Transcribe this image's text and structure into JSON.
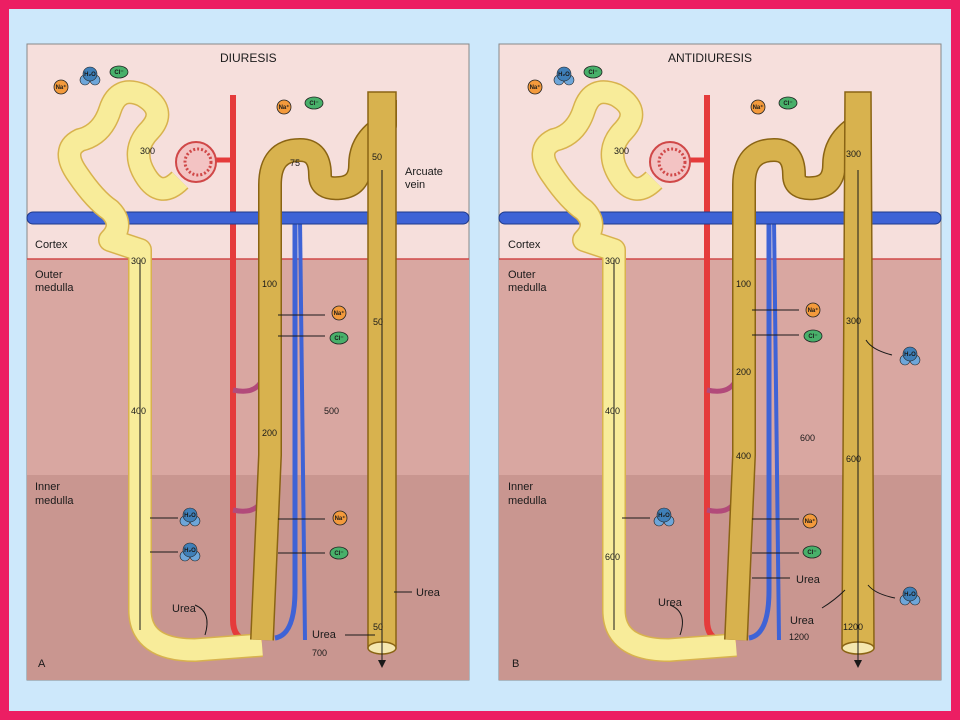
{
  "panel_a": {
    "title": "DIURESIS",
    "letter": "A",
    "label_arcuate": "Arcuate",
    "label_vein": "vein",
    "label_urea_1": "Urea",
    "label_urea_2": "Urea",
    "label_urea_3": "Urea",
    "values": {
      "v300_top": "300",
      "v75": "75",
      "v50_top": "50",
      "v300_cortex": "300",
      "v100": "100",
      "v50_mid": "50",
      "v400": "400",
      "v500": "500",
      "v200": "200",
      "v50_bottom": "50",
      "v700": "700"
    }
  },
  "panel_b": {
    "title": "ANTIDIURESIS",
    "letter": "B",
    "label_urea_1": "Urea",
    "label_urea_2": "Urea",
    "label_urea_3": "Urea",
    "values": {
      "v300_top": "300",
      "v300_dct": "300",
      "v300_cortex": "300",
      "v100": "100",
      "v300_cd": "300",
      "v200": "200",
      "v400_loop": "400",
      "v600_inter": "600",
      "v400_asc": "400",
      "v600_cd": "600",
      "v600_loop": "600",
      "v1200_cd": "1200",
      "v1200_inter": "1200"
    }
  },
  "regions": {
    "cortex": "Cortex",
    "outer_1": "Outer",
    "outer_2": "medulla",
    "inner_1": "Inner",
    "inner_2": "medulla"
  },
  "ions": {
    "na": "Na⁺",
    "cl": "Cl⁻",
    "water": "H₂O"
  },
  "colors": {
    "border": "#ec1e63",
    "background": "#cde8fb",
    "cortex": "#f6dfdc",
    "outer_medulla": "#d9a7a1",
    "inner_medulla": "#c99690",
    "tubule_light": "#f8ec9a",
    "tubule_dark": "#d8b24e",
    "artery": "#e53b3b",
    "vein": "#3e63d6",
    "na_ion": "#f39a3c",
    "cl_ion": "#48b06a",
    "water": "#6ea6d9"
  }
}
